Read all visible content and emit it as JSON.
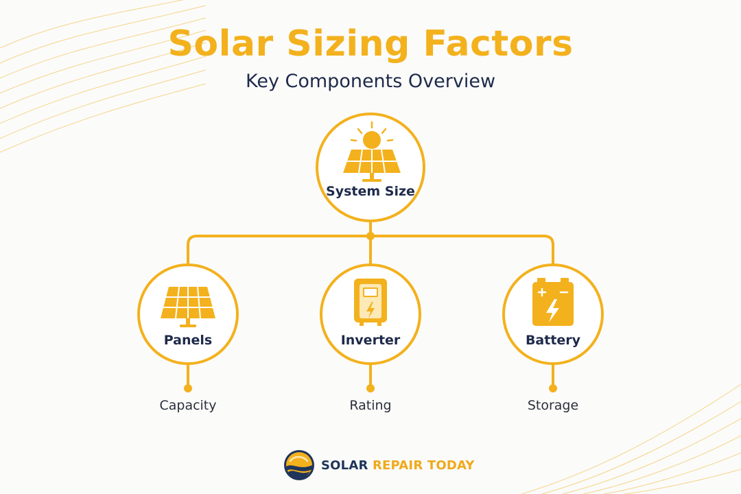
{
  "header": {
    "title": "Solar Sizing Factors",
    "subtitle": "Key Components Overview"
  },
  "diagram": {
    "root": {
      "label": "System Size",
      "icon": "sun-panel-icon"
    },
    "children": [
      {
        "label": "Panels",
        "icon": "solar-panel-icon",
        "detail": "Capacity"
      },
      {
        "label": "Inverter",
        "icon": "inverter-icon",
        "detail": "Rating"
      },
      {
        "label": "Battery",
        "icon": "battery-icon",
        "detail": "Storage"
      }
    ]
  },
  "brand": {
    "name_part1": "SOLAR ",
    "name_part2": "REPAIR TODAY"
  },
  "colors": {
    "accent": "#f3b11d",
    "dark": "#1e2a4a",
    "background": "#fbfbfa"
  }
}
